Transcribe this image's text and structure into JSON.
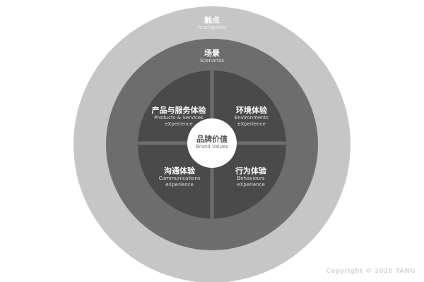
{
  "layers": {
    "touchpoints": {
      "zh": "触点",
      "en": "Touchpoints"
    },
    "scenarios": {
      "zh": "场景",
      "en": "Scenarios"
    },
    "core": {
      "zh": "品牌价值",
      "en": "Brand Values"
    }
  },
  "quadrants": [
    {
      "zh": "产品与服务体验",
      "en1": "Products & Services",
      "en2": "eXperience"
    },
    {
      "zh": "环境体验",
      "en1": "Environments",
      "en2": "eXperience"
    },
    {
      "zh": "沟通体验",
      "en1": "Communications",
      "en2": "eXperience"
    },
    {
      "zh": "行为体验",
      "en1": "Behaviours",
      "en2": "eXperience"
    }
  ],
  "copyright": "Copyright © 2020 TANG",
  "colors": {
    "outer": "#c6c6c6",
    "ring": "#6d6d6d",
    "quad": "#4a4a4a",
    "core": "#ffffff"
  }
}
